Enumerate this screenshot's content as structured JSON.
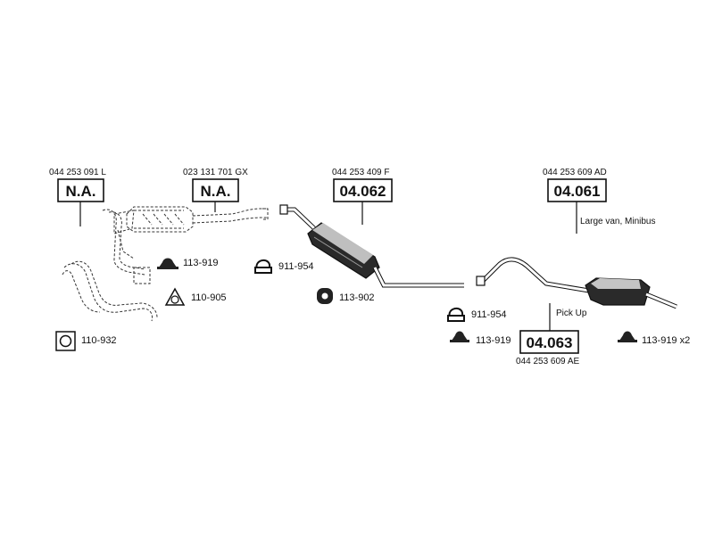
{
  "parts": {
    "na1": {
      "ref": "044 253 091 L",
      "code": "N.A."
    },
    "na2": {
      "ref": "023 131 701 GX",
      "code": "N.A."
    },
    "p04062": {
      "ref": "044 253 409 F",
      "code": "04.062"
    },
    "p04061": {
      "ref": "044 253 609 AD",
      "code": "04.061",
      "note": "Large van, Minibus"
    },
    "p04063": {
      "ref": "044 253 609 AE",
      "code": "04.063",
      "note": "Pick Up"
    }
  },
  "fittings": {
    "f1": {
      "label": "113-919",
      "icon": "rubber-hanger-icon"
    },
    "f2": {
      "label": "911-954",
      "icon": "clamp-icon"
    },
    "f3": {
      "label": "110-905",
      "icon": "triangle-gasket-icon"
    },
    "f4": {
      "label": "113-902",
      "icon": "round-mount-icon"
    },
    "f5": {
      "label": "110-932",
      "icon": "square-gasket-icon"
    },
    "f6": {
      "label": "911-954",
      "icon": "clamp-icon"
    },
    "f7": {
      "label": "113-919",
      "icon": "rubber-hanger-icon"
    },
    "f8": {
      "label": "113-919 x2",
      "icon": "rubber-hanger-icon"
    }
  }
}
